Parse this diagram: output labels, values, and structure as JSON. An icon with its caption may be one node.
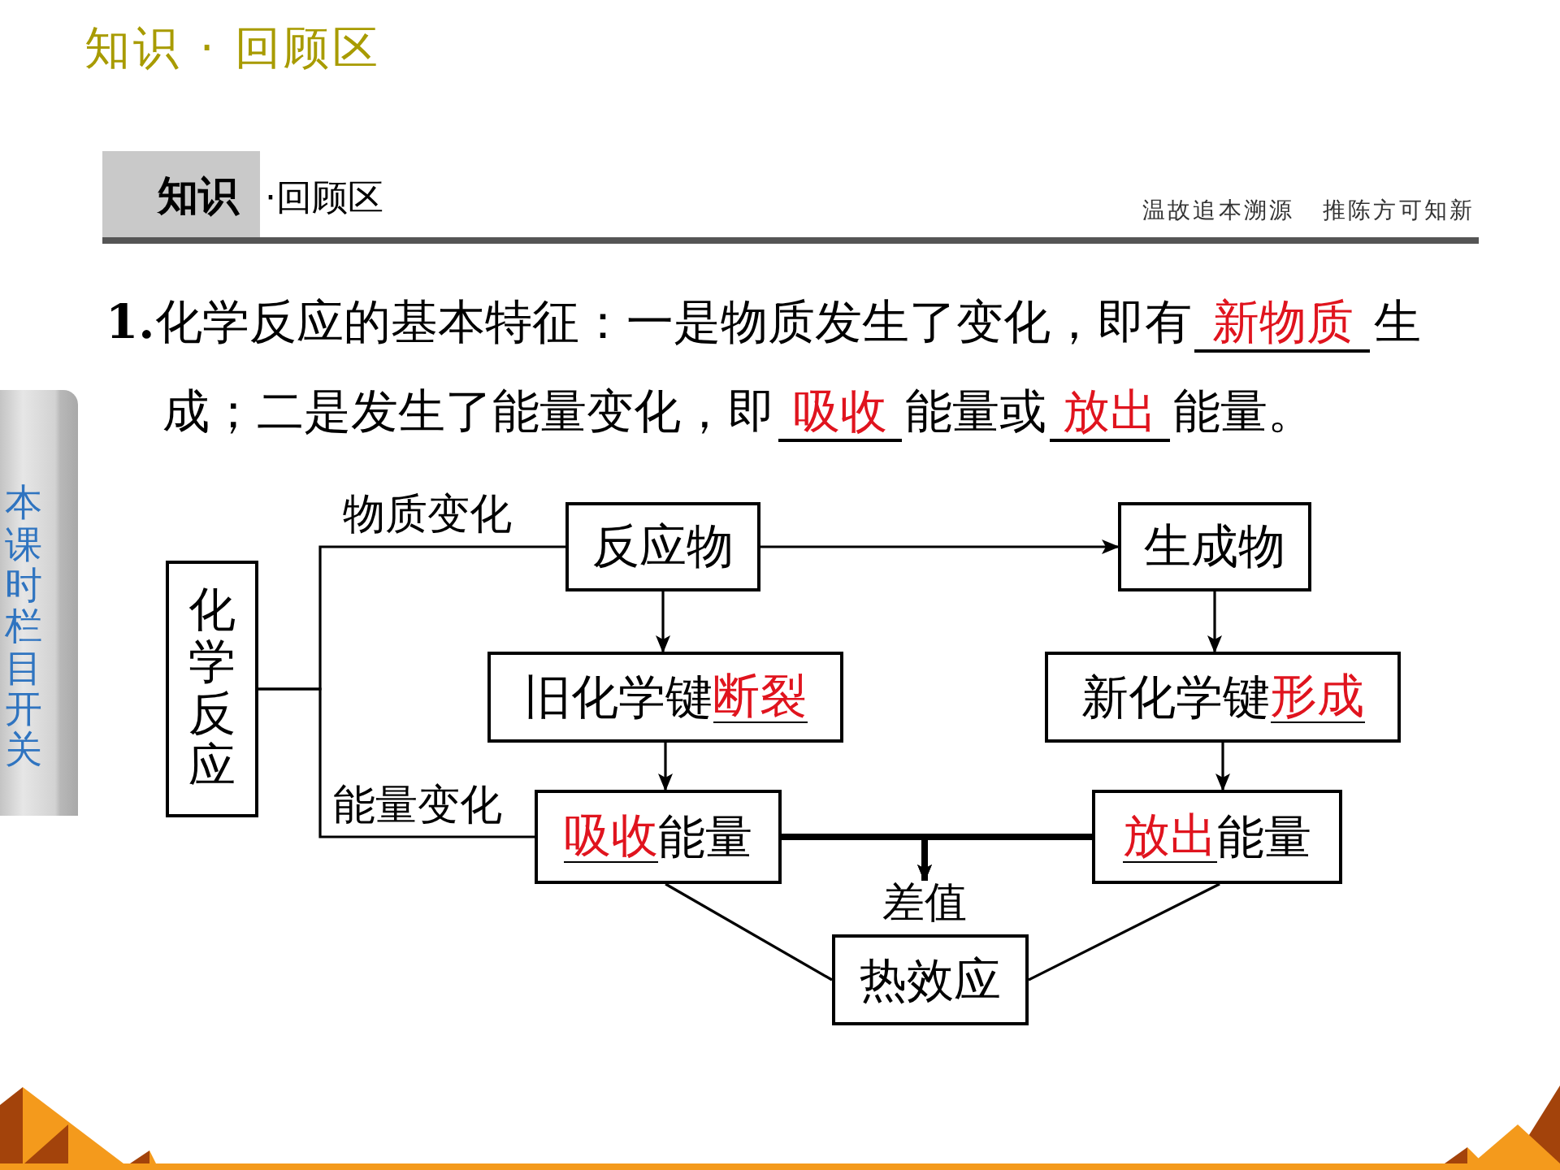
{
  "diagram": {
    "title": "知识 · 回顾区",
    "nodes": [
      {
        "text": [
          "化学反应"
        ]
      },
      {
        "text": [
          "反应物"
        ]
      },
      {
        "text": [
          "生成物"
        ]
      },
      {
        "text": [
          "旧化学键",
          "断裂"
        ]
      },
      {
        "text": [
          "新化学键",
          "形成"
        ]
      },
      {
        "text": [
          "吸收",
          "能量"
        ]
      },
      {
        "text": [
          "放出",
          "能量"
        ]
      },
      {
        "text": [
          "差值"
        ]
      },
      {
        "text": [
          "热效应"
        ]
      }
    ],
    "edges": [
      {
        "from": 0,
        "to": 1,
        "arrow": "none",
        "label": "物质变化"
      },
      {
        "from": 0,
        "to": 5,
        "arrow": "none",
        "label": "能量变化"
      },
      {
        "from": 1,
        "to": 2,
        "arrow": "to"
      },
      {
        "from": 1,
        "to": 3,
        "arrow": "to"
      },
      {
        "from": 2,
        "to": 4,
        "arrow": "to"
      },
      {
        "from": 3,
        "to": 5,
        "arrow": "to"
      },
      {
        "from": 4,
        "to": 6,
        "arrow": "to"
      },
      {
        "from": 5,
        "to": 7,
        "arrow": "to",
        "style": "thick"
      },
      {
        "from": 6,
        "to": 7,
        "arrow": "to",
        "style": "thick"
      },
      {
        "from": 5,
        "to": 8,
        "arrow": "none"
      },
      {
        "from": 6,
        "to": 8,
        "arrow": "none"
      }
    ],
    "labels": [
      "知识",
      "·回顾区",
      "温故追本溯源",
      "推陈方可知新",
      "**1.**化学反应的基本特征：一是物质发生了变化，即有",
      "新物质",
      "生",
      "成；二是发生了能量变化，即",
      "吸收",
      "能量或",
      "放出",
      "能量。",
      "本课时栏目开关"
    ]
  }
}
